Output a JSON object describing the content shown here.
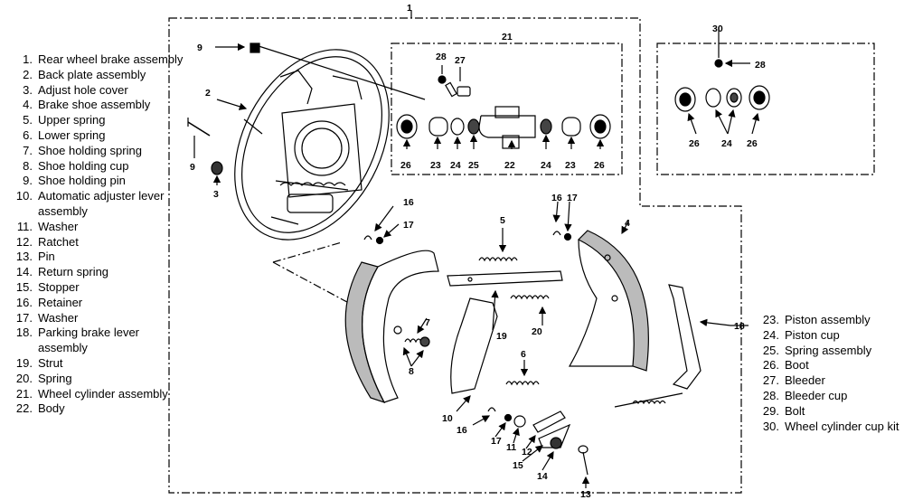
{
  "legend_left": [
    {
      "n": "1.",
      "t": "Rear wheel brake assembly"
    },
    {
      "n": "2.",
      "t": "Back plate assembly"
    },
    {
      "n": "3.",
      "t": "Adjust hole cover"
    },
    {
      "n": "4.",
      "t": "Brake shoe assembly"
    },
    {
      "n": "5.",
      "t": "Upper spring"
    },
    {
      "n": "6.",
      "t": "Lower spring"
    },
    {
      "n": "7.",
      "t": "Shoe holding spring"
    },
    {
      "n": "8.",
      "t": "Shoe holding cup"
    },
    {
      "n": "9.",
      "t": "Shoe holding pin"
    },
    {
      "n": "10.",
      "t": "Automatic adjuster lever assembly"
    },
    {
      "n": "11.",
      "t": "Washer"
    },
    {
      "n": "12.",
      "t": "Ratchet"
    },
    {
      "n": "13.",
      "t": "Pin"
    },
    {
      "n": "14.",
      "t": "Return spring"
    },
    {
      "n": "15.",
      "t": "Stopper"
    },
    {
      "n": "16.",
      "t": "Retainer"
    },
    {
      "n": "17.",
      "t": "Washer"
    },
    {
      "n": "18.",
      "t": "Parking brake lever assembly"
    },
    {
      "n": "19.",
      "t": "Strut"
    },
    {
      "n": "20.",
      "t": "Spring"
    },
    {
      "n": "21.",
      "t": "Wheel cylinder assembly"
    },
    {
      "n": "22.",
      "t": "Body"
    }
  ],
  "legend_right": [
    {
      "n": "23.",
      "t": "Piston assembly"
    },
    {
      "n": "24.",
      "t": "Piston cup"
    },
    {
      "n": "25.",
      "t": "Spring assembly"
    },
    {
      "n": "26.",
      "t": "Boot"
    },
    {
      "n": "27.",
      "t": "Bleeder"
    },
    {
      "n": "28.",
      "t": "Bleeder cup"
    },
    {
      "n": "29.",
      "t": "Bolt"
    },
    {
      "n": "30.",
      "t": "Wheel cylinder cup kit"
    }
  ],
  "callouts": {
    "c1": "1",
    "c2": "2",
    "c3": "3",
    "c4": "4",
    "c5": "5",
    "c6": "6",
    "c7": "7",
    "c8": "8",
    "c9a": "9",
    "c9b": "9",
    "c10": "10",
    "c11": "11",
    "c12": "12",
    "c13": "13",
    "c14": "14",
    "c15": "15",
    "c16a": "16",
    "c16b": "16",
    "c16c": "16",
    "c17a": "17",
    "c17b": "17",
    "c17c": "17",
    "c18": "18",
    "c19": "19",
    "c20": "20",
    "c21": "21",
    "c22": "22",
    "c23a": "23",
    "c23b": "23",
    "c24a": "24",
    "c24b": "24",
    "c24c": "24",
    "c25": "25",
    "c26a": "26",
    "c26b": "26",
    "c26c": "26",
    "c26d": "26",
    "c27": "27",
    "c28a": "28",
    "c28b": "28",
    "c30": "30"
  }
}
